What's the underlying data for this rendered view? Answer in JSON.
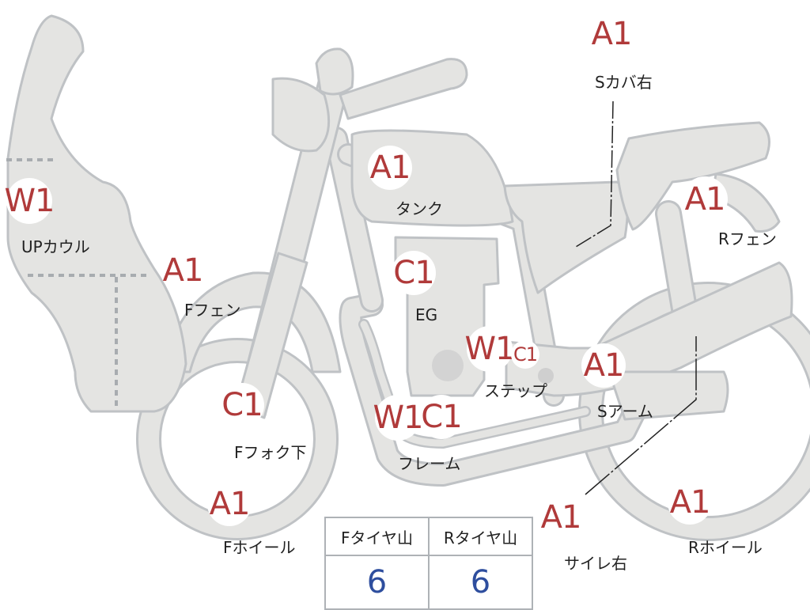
{
  "colors": {
    "body_fill": "#e4e4e2",
    "outline": "#bfc2c5",
    "badge_text": "#b03a3a",
    "value_text": "#2e4e9e"
  },
  "labels": {
    "s_cover_right": "Sカバ右",
    "tank": "タンク",
    "r_fender": "Rフェン",
    "up_cowl": "UPカウル",
    "f_fender": "Fフェン",
    "eg": "EG",
    "step": "ステップ",
    "s_arm": "Sアーム",
    "f_fork_lower": "Fフォク下",
    "frame": "フレーム",
    "f_wheel": "Fホイール",
    "silencer_right": "サイレ右",
    "r_wheel": "Rホイール"
  },
  "badges": {
    "s_cover_right": "A1",
    "tank": "A1",
    "r_fender": "A1",
    "up_cowl": "W1",
    "f_fender": "A1",
    "eg": "C1",
    "step_w": "W1",
    "step_c": "C1",
    "s_arm": "A1",
    "f_fork_lower": "C1",
    "frame_w": "W1",
    "frame_c": "C1",
    "f_wheel": "A1",
    "silencer_right": "A1",
    "r_wheel": "A1"
  },
  "tire_table": {
    "headers": [
      "Fタイヤ山",
      "Rタイヤ山"
    ],
    "values": [
      "6",
      "6"
    ]
  }
}
